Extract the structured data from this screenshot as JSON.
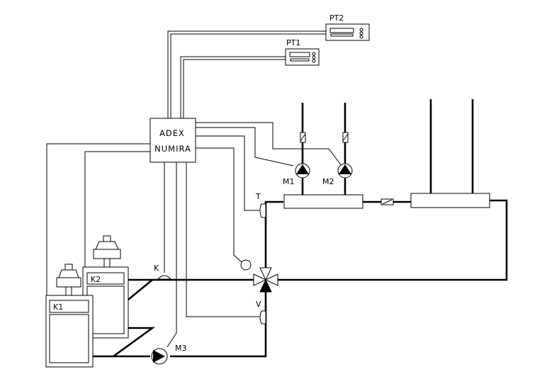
{
  "controller": {
    "line1": "ADEX",
    "line2": "NUMIRA"
  },
  "panels": {
    "pt1": "PT1",
    "pt2": "PT2"
  },
  "pumps": {
    "m1": "M1",
    "m2": "M2",
    "m3": "M3"
  },
  "boilers": {
    "k1": "K1",
    "k2": "K2"
  },
  "sensors": {
    "t": "T",
    "v": "V",
    "k": "K"
  }
}
